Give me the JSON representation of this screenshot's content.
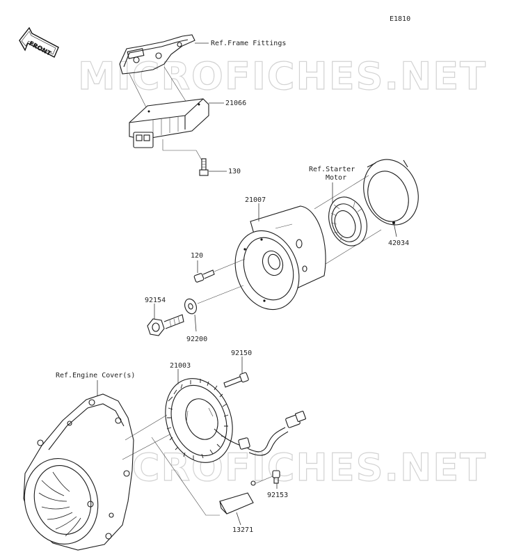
{
  "diagram_code": "E1810",
  "front_label": "FRONT",
  "watermark": "MICROFICHES.NET",
  "colors": {
    "line": "#1a1a1a",
    "watermark": "#d2d2d2",
    "background": "#ffffff"
  },
  "labels": {
    "ref_frame_fittings": "Ref.Frame Fittings",
    "ref_starter_motor_1": "Ref.Starter",
    "ref_starter_motor_2": "Motor",
    "ref_engine_covers": "Ref.Engine Cover(s)",
    "p21066": "21066",
    "p130": "130",
    "p21007": "21007",
    "p42034": "42034",
    "p120": "120",
    "p92154": "92154",
    "p92200": "92200",
    "p92150": "92150",
    "p21003": "21003",
    "p92153": "92153",
    "p13271": "13271"
  }
}
